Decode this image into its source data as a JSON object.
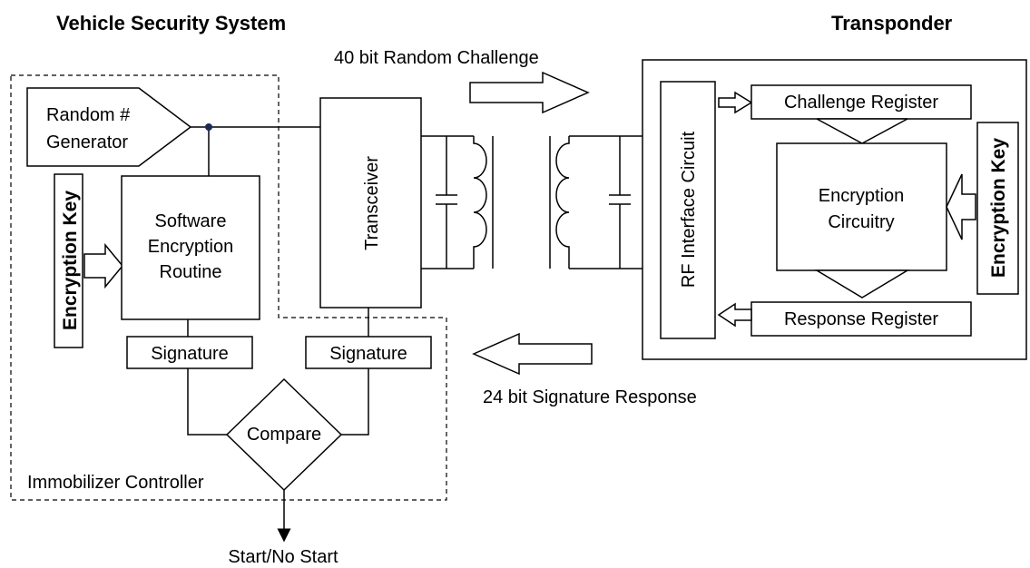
{
  "titles": {
    "left": "Vehicle Security System",
    "right": "Transponder"
  },
  "arrows": {
    "challenge": "40 bit Random Challenge",
    "response": "24 bit Signature Response",
    "output": "Start/No Start"
  },
  "controller": {
    "region_label": "Immobilizer Controller",
    "rng_line1": "Random #",
    "rng_line2": "Generator",
    "key_label": "Encryption Key",
    "encrypt_line1": "Software",
    "encrypt_line2": "Encryption",
    "encrypt_line3": "Routine",
    "signature_left": "Signature",
    "signature_right": "Signature",
    "compare": "Compare",
    "transceiver": "Transceiver"
  },
  "transponder": {
    "rf_interface": "RF Interface Circuit",
    "challenge_register": "Challenge Register",
    "encryption_line1": "Encryption",
    "encryption_line2": "Circuitry",
    "key_label": "Encryption Key",
    "response_register": "Response Register"
  }
}
